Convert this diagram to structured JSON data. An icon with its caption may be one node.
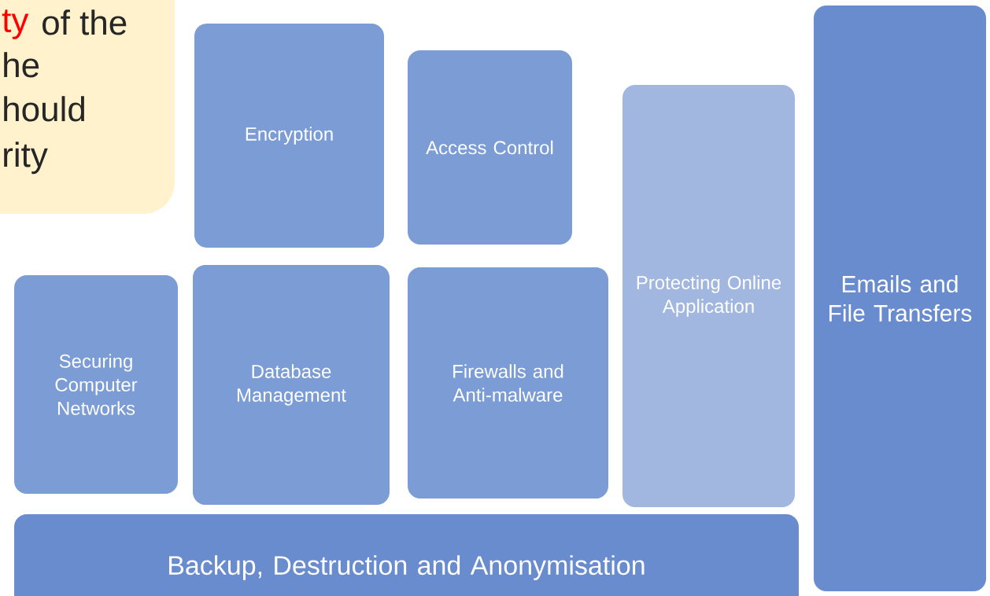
{
  "diagram": {
    "nodes": [
      {
        "text": [
          "ty",
          "of the",
          "he",
          "hould",
          "rity"
        ]
      },
      {
        "text": [
          "Encryption"
        ]
      },
      {
        "text": [
          "Access Control"
        ]
      },
      {
        "text": [
          "Protecting Online Application"
        ]
      },
      {
        "text": [
          "Emails and File Transfers"
        ]
      },
      {
        "text": [
          "Securing Computer Networks"
        ]
      },
      {
        "text": [
          "Database Management"
        ]
      },
      {
        "text": [
          "Firewalls and Anti-malware"
        ]
      },
      {
        "text": [
          "Backup, Destruction and Anonymisation"
        ]
      }
    ]
  }
}
